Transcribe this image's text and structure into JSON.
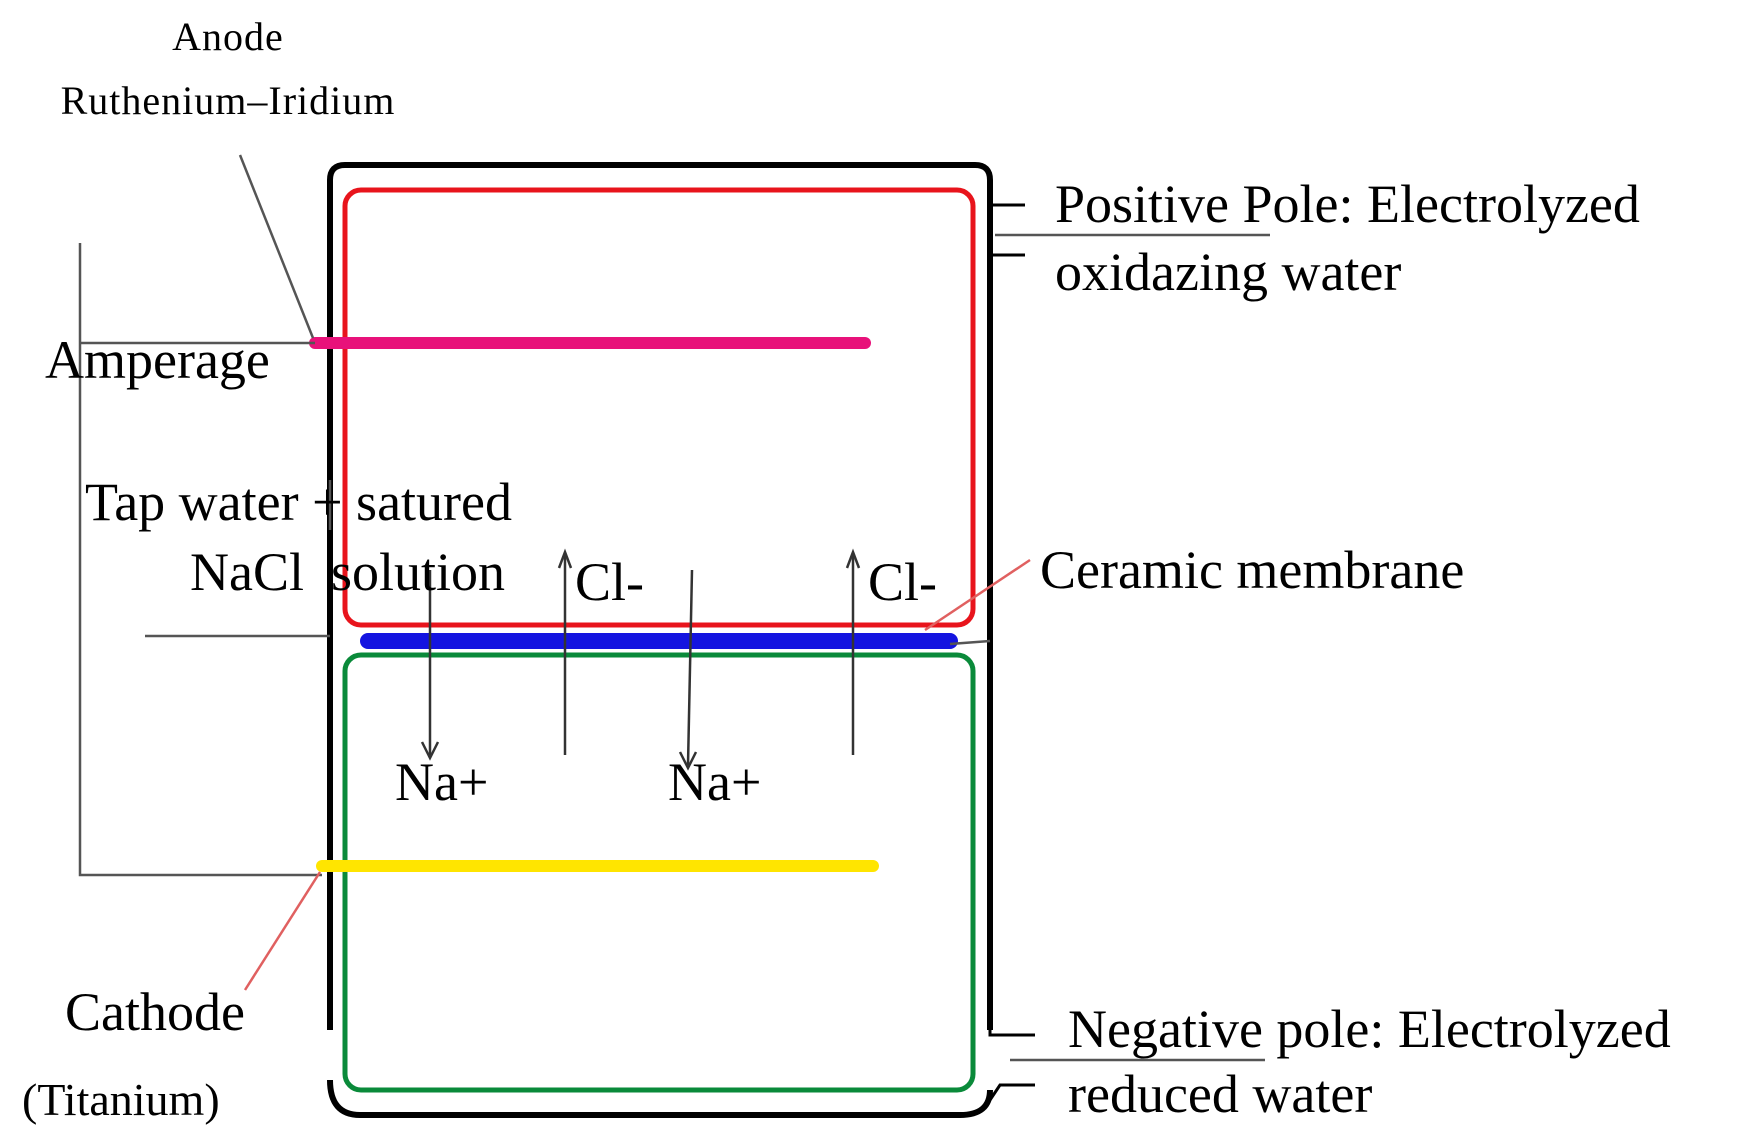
{
  "labels": {
    "anode_title": "Anode",
    "anode_material": "Ruthenium–Iridium",
    "positive_pole_line1": "Positive Pole: Electrolyzed",
    "positive_pole_line2": "oxidazing water",
    "amperage": "Amperage",
    "tap_water_line1": "Tap water + satured",
    "tap_water_line2": "NaCl  solution",
    "chloride_ion_1": "Cl-",
    "chloride_ion_2": "Cl-",
    "ceramic_membrane": "Ceramic membrane",
    "sodium_ion_1": "Na+",
    "sodium_ion_2": "Na+",
    "cathode_title": "Cathode",
    "cathode_material": "(Titanium)",
    "negative_pole_line1": "Negative pole: Electrolyzed",
    "negative_pole_line2": "reduced water"
  },
  "colors": {
    "outer_cell": "#000000",
    "anode_chamber": "#e8141c",
    "cathode_chamber": "#0a8a3a",
    "anode_electrode": "#e8127a",
    "cathode_electrode": "#ffe500",
    "membrane": "#1414e0",
    "leader_lines": "#555555",
    "cathode_leader": "#e06060"
  }
}
